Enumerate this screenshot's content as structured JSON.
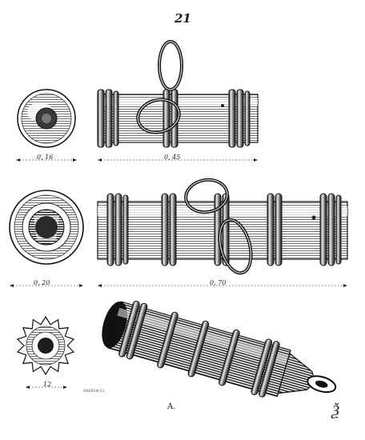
{
  "page_number": "21",
  "figure_label": "A.",
  "engraver_credit": "ANDREW.SC.",
  "signature_mark": "Ѯ",
  "dimensions": {
    "small_end_diameter": "0, 16",
    "small_length": "0, 45",
    "large_end_diameter": "0, 20",
    "large_length": "0, 70",
    "star_end_diameter": "12"
  },
  "colors": {
    "ink": "#1a1a1a",
    "paper": "#ffffff"
  }
}
